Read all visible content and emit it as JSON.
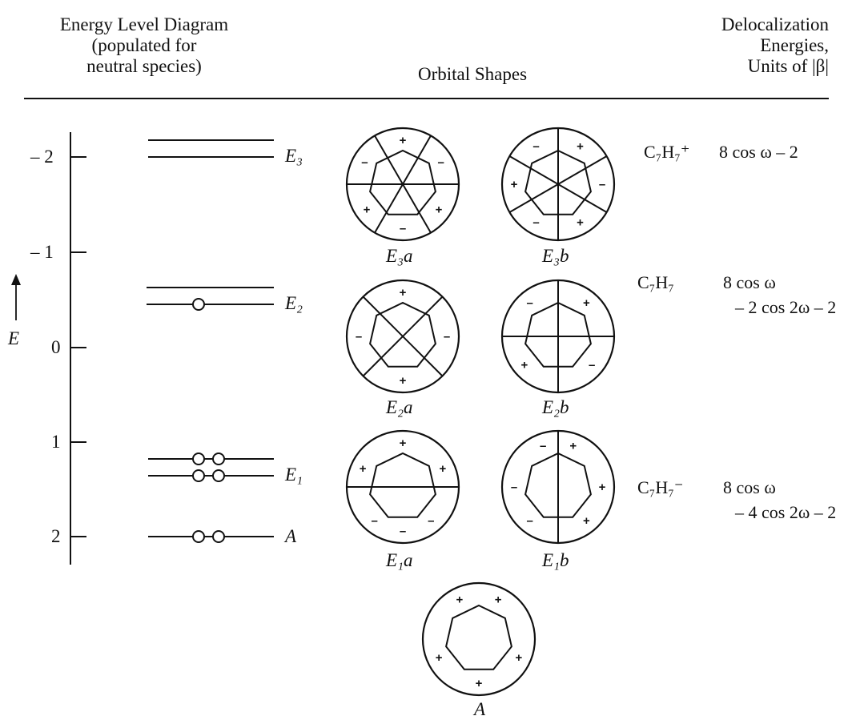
{
  "headers": {
    "left": [
      "Energy Level Diagram",
      "(populated for",
      "neutral species)"
    ],
    "middle": "Orbital Shapes",
    "right": [
      "Delocalization",
      "Energies,",
      "Units of |β|"
    ]
  },
  "axis": {
    "label": "E",
    "ticks": [
      "– 2",
      "– 1",
      "0",
      "1",
      "2"
    ]
  },
  "levels": {
    "E3": "E₃",
    "E2": "E₂",
    "E1": "E₁",
    "A": "A"
  },
  "orbital_labels": {
    "E3a": "E₃a",
    "E3b": "E₃b",
    "E2a": "E₂a",
    "E2b": "E₂b",
    "E1a": "E₁a",
    "E1b": "E₁b",
    "A": "A"
  },
  "delocalization": {
    "cation": {
      "species": "C₇H₇⁺",
      "expr": "8 cos ω – 2"
    },
    "radical": {
      "species": "C₇H₇",
      "expr1": "8 cos ω",
      "expr2": "– 2 cos 2ω – 2"
    },
    "anion": {
      "species": "C₇H₇⁻",
      "expr1": "8 cos ω",
      "expr2": "– 4 cos 2ω – 2"
    }
  },
  "sign": {
    "plus": "+",
    "minus": "–"
  }
}
